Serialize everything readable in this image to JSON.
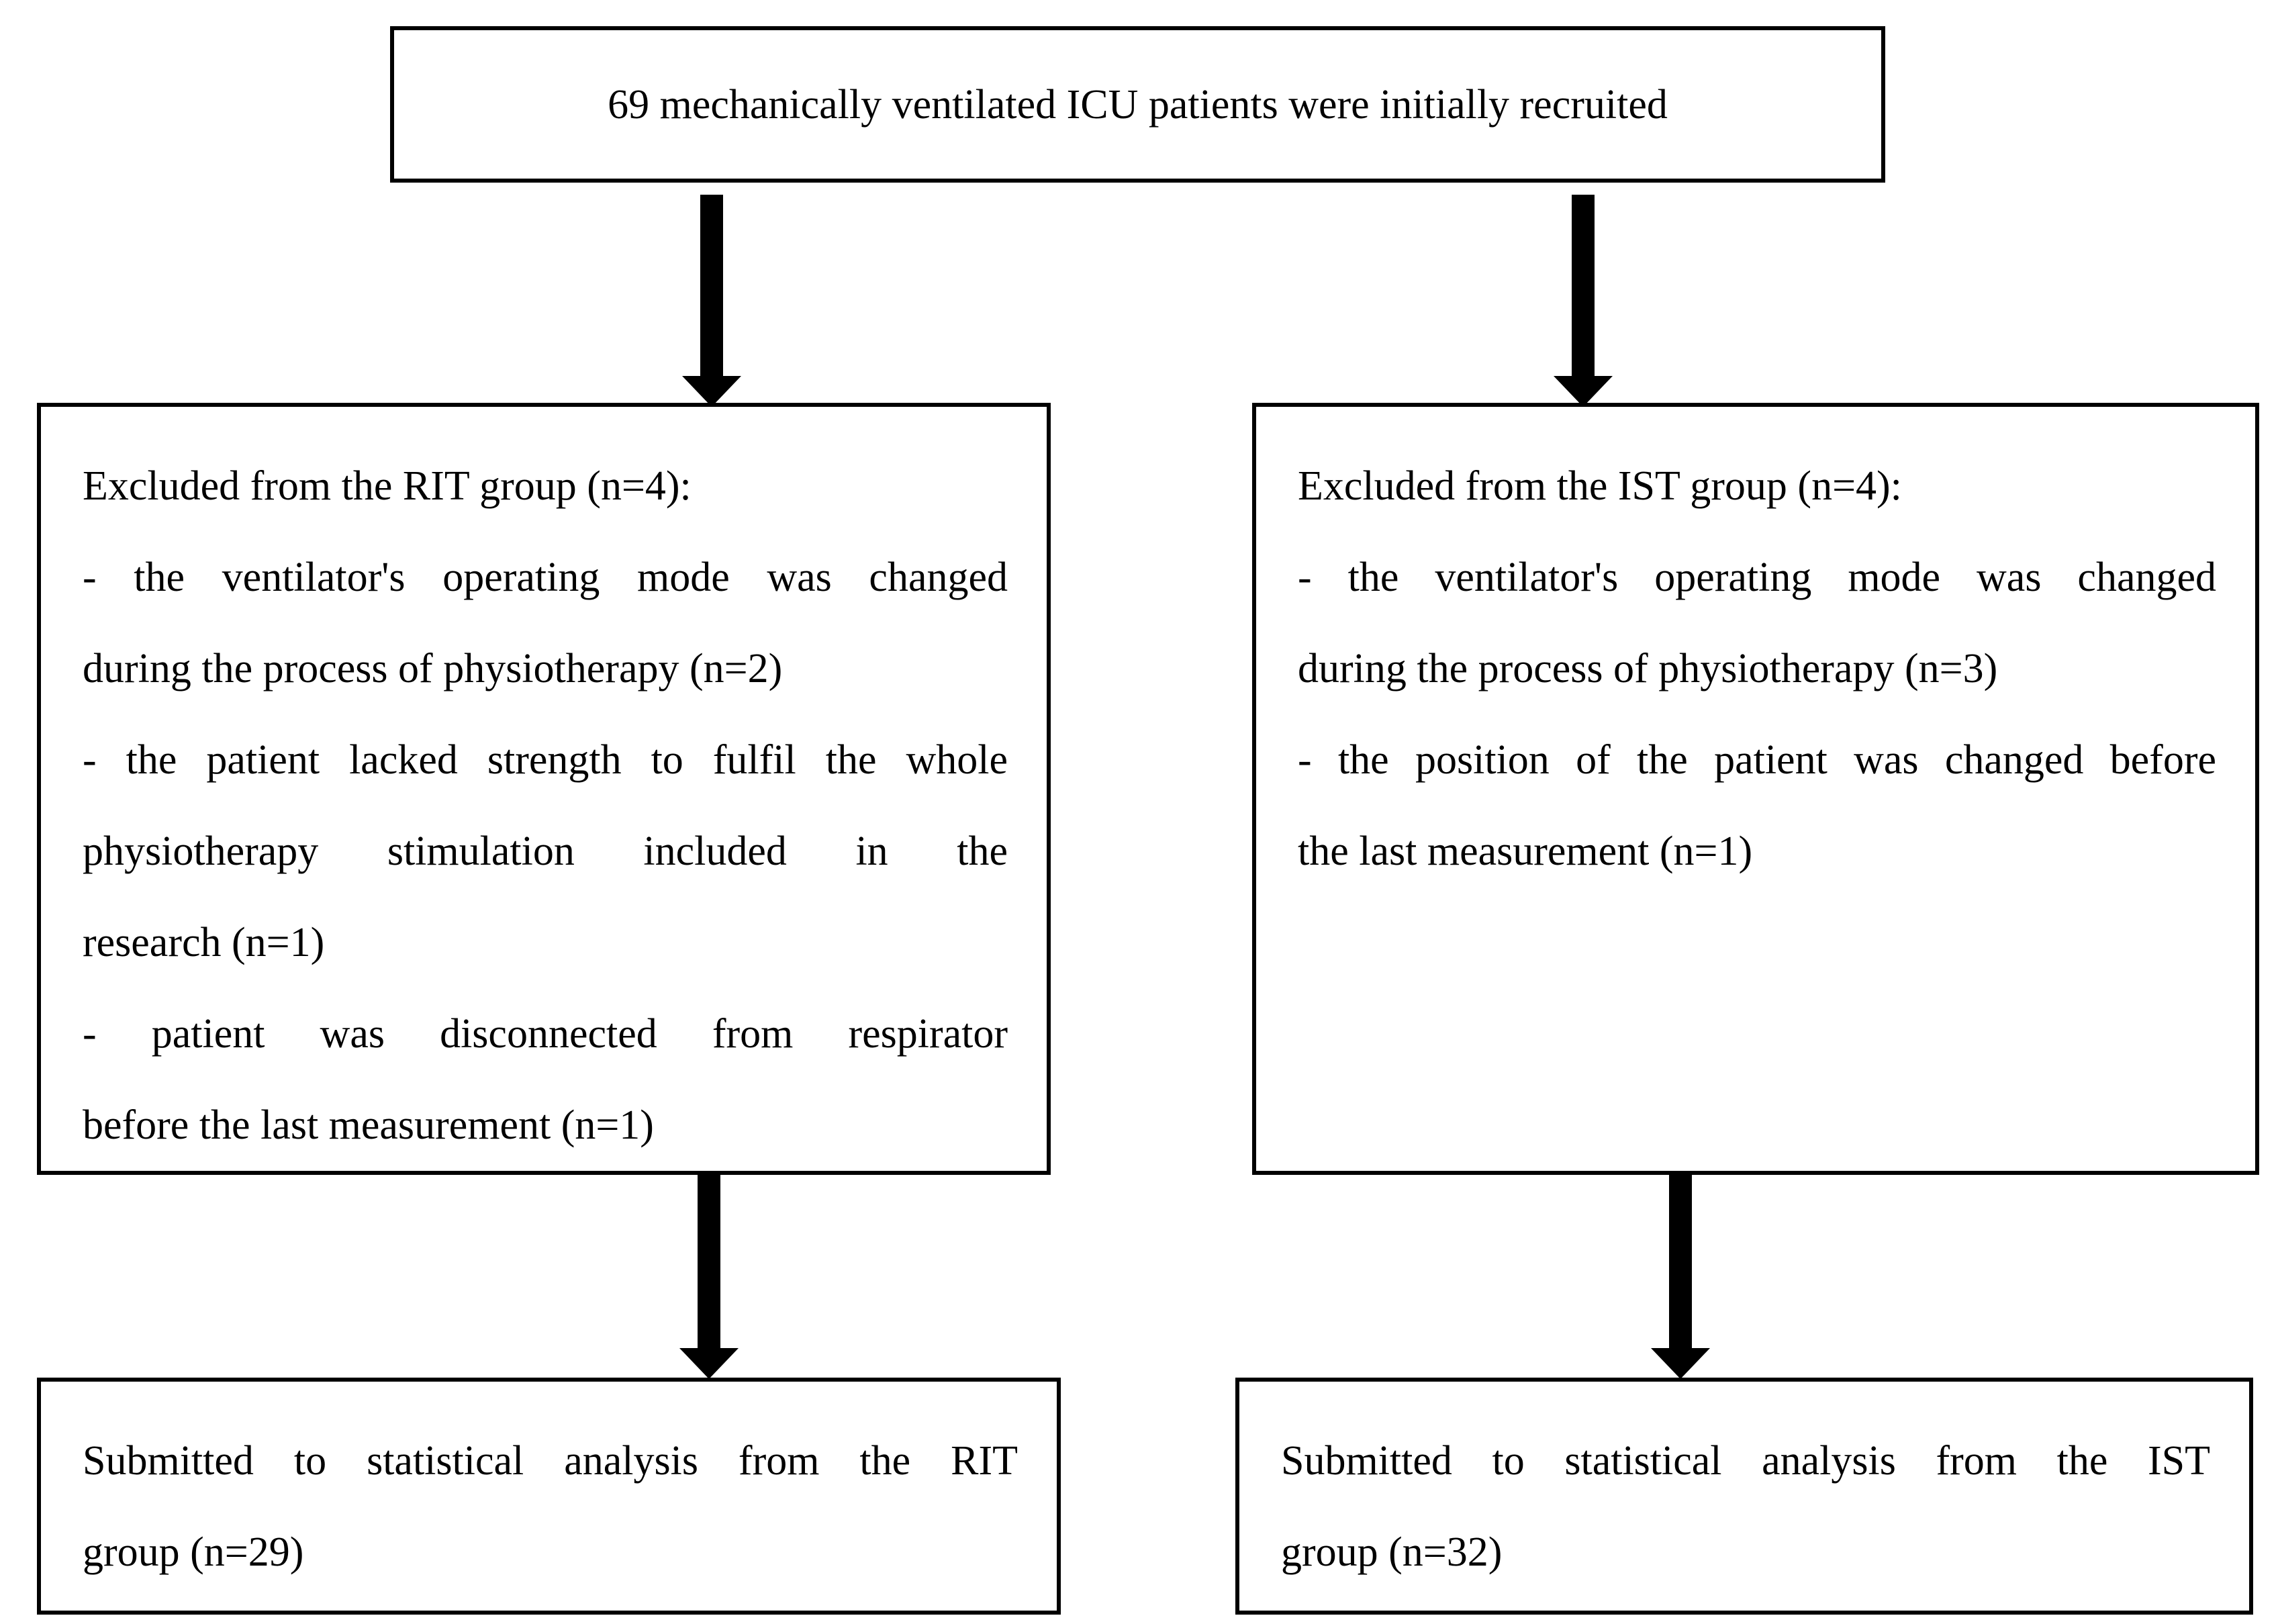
{
  "colors": {
    "ink": "#000000",
    "paper": "#ffffff"
  },
  "flowchart": {
    "recruited": {
      "text": "69 mechanically ventilated ICU patients were initially recruited"
    },
    "excluded_rit": {
      "lines": [
        "Excluded from the RIT group (n=4):",
        "- the ventilator's operating mode was changed",
        "during the process of physiotherapy (n=2)",
        "- the patient lacked strength to fulfil the whole",
        "physiotherapy stimulation included in the",
        "research (n=1)",
        "- patient was disconnected from respirator",
        "before the last measurement (n=1)"
      ]
    },
    "excluded_ist": {
      "lines": [
        "Excluded from the IST group (n=4):",
        "- the ventilator's operating mode was changed",
        "during the process of physiotherapy (n=3)",
        "- the position of the patient was changed before",
        "the last measurement (n=1)"
      ]
    },
    "submitted_rit": {
      "lines": [
        "Submitted to statistical analysis from the RIT",
        "group (n=29)"
      ]
    },
    "submitted_ist": {
      "lines": [
        "Submitted to statistical analysis from the IST",
        "group (n=32)"
      ]
    }
  }
}
